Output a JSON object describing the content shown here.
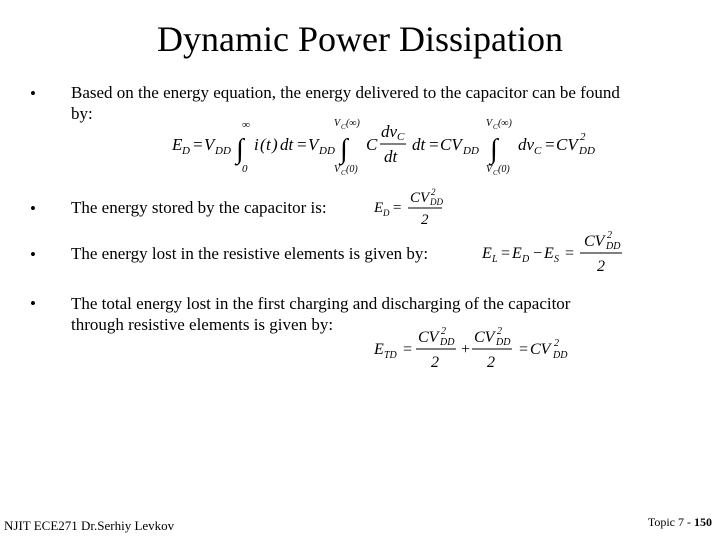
{
  "slide": {
    "title": "Dynamic Power Dissipation",
    "bullet_char": "•",
    "bullets": [
      "Based on the energy equation, the energy delivered to the capacitor can be found by:",
      "The energy stored by the capacitor is:",
      "The energy lost in the resistive elements is given by:",
      "The total energy lost in the first charging and discharging of the capacitor through resistive elements is given by:"
    ]
  },
  "footer": {
    "left": "NJIT  ECE271   Dr.Serhiy Levkov",
    "right_prefix": "Topic 7 - ",
    "page_number": "150"
  }
}
